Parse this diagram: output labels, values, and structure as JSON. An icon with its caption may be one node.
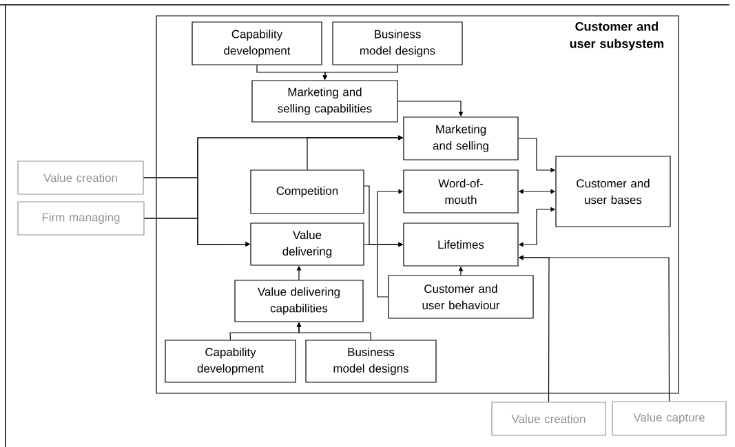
{
  "diagram": {
    "nodes": [
      {
        "text": [
          "Customer and user subsystem"
        ]
      },
      {
        "text": [
          "Capability development"
        ],
        "in": 0
      },
      {
        "text": [
          "Business model designs"
        ],
        "in": 0
      },
      {
        "text": [
          "Marketing and selling capabilities"
        ],
        "in": 0
      },
      {
        "text": [
          "Marketing and selling"
        ],
        "in": 0
      },
      {
        "text": [
          "Competition"
        ],
        "in": 0
      },
      {
        "text": [
          "Word-of-mouth"
        ],
        "in": 0
      },
      {
        "text": [
          "Customer and user bases"
        ],
        "in": 0
      },
      {
        "text": [
          "Value delivering"
        ],
        "in": 0
      },
      {
        "text": [
          "Lifetimes"
        ],
        "in": 0
      },
      {
        "text": [
          "Customer and user behaviour"
        ],
        "in": 0
      },
      {
        "text": [
          "Value delivering capabilities"
        ],
        "in": 0
      },
      {
        "text": [
          "Capability development"
        ],
        "in": 0
      },
      {
        "text": [
          "Business model designs"
        ],
        "in": 0
      },
      {
        "text": [
          "Value creation"
        ]
      },
      {
        "text": [
          "Firm managing"
        ]
      },
      {
        "text": [
          "Value creation"
        ]
      },
      {
        "text": [
          "Value capture"
        ]
      }
    ],
    "edges": [
      {
        "from": 1,
        "to": 3,
        "arrow": "to"
      },
      {
        "from": 2,
        "to": 3,
        "arrow": "to"
      },
      {
        "from": 3,
        "to": 4,
        "arrow": "to"
      },
      {
        "from": 14,
        "to": 4,
        "arrow": "to"
      },
      {
        "from": 15,
        "to": 4,
        "arrow": "to"
      },
      {
        "from": 5,
        "to": 4,
        "arrow": "to"
      },
      {
        "from": 14,
        "to": 8,
        "arrow": "to"
      },
      {
        "from": 15,
        "to": 8,
        "arrow": "to"
      },
      {
        "from": 4,
        "to": 7,
        "arrow": "to"
      },
      {
        "from": 6,
        "to": 7,
        "arrow": "both"
      },
      {
        "from": 7,
        "to": 9,
        "arrow": "both"
      },
      {
        "from": 5,
        "to": 9,
        "arrow": "to"
      },
      {
        "from": 8,
        "to": 9,
        "arrow": "to"
      },
      {
        "from": 10,
        "to": 6,
        "arrow": "to"
      },
      {
        "from": 10,
        "to": 9,
        "arrow": "to"
      },
      {
        "from": 11,
        "to": 8,
        "arrow": "to"
      },
      {
        "from": 12,
        "to": 11,
        "arrow": "to"
      },
      {
        "from": 13,
        "to": 11,
        "arrow": "to"
      },
      {
        "from": 16,
        "to": 9,
        "arrow": "to"
      },
      {
        "from": 17,
        "to": 9,
        "arrow": "to"
      }
    ]
  }
}
